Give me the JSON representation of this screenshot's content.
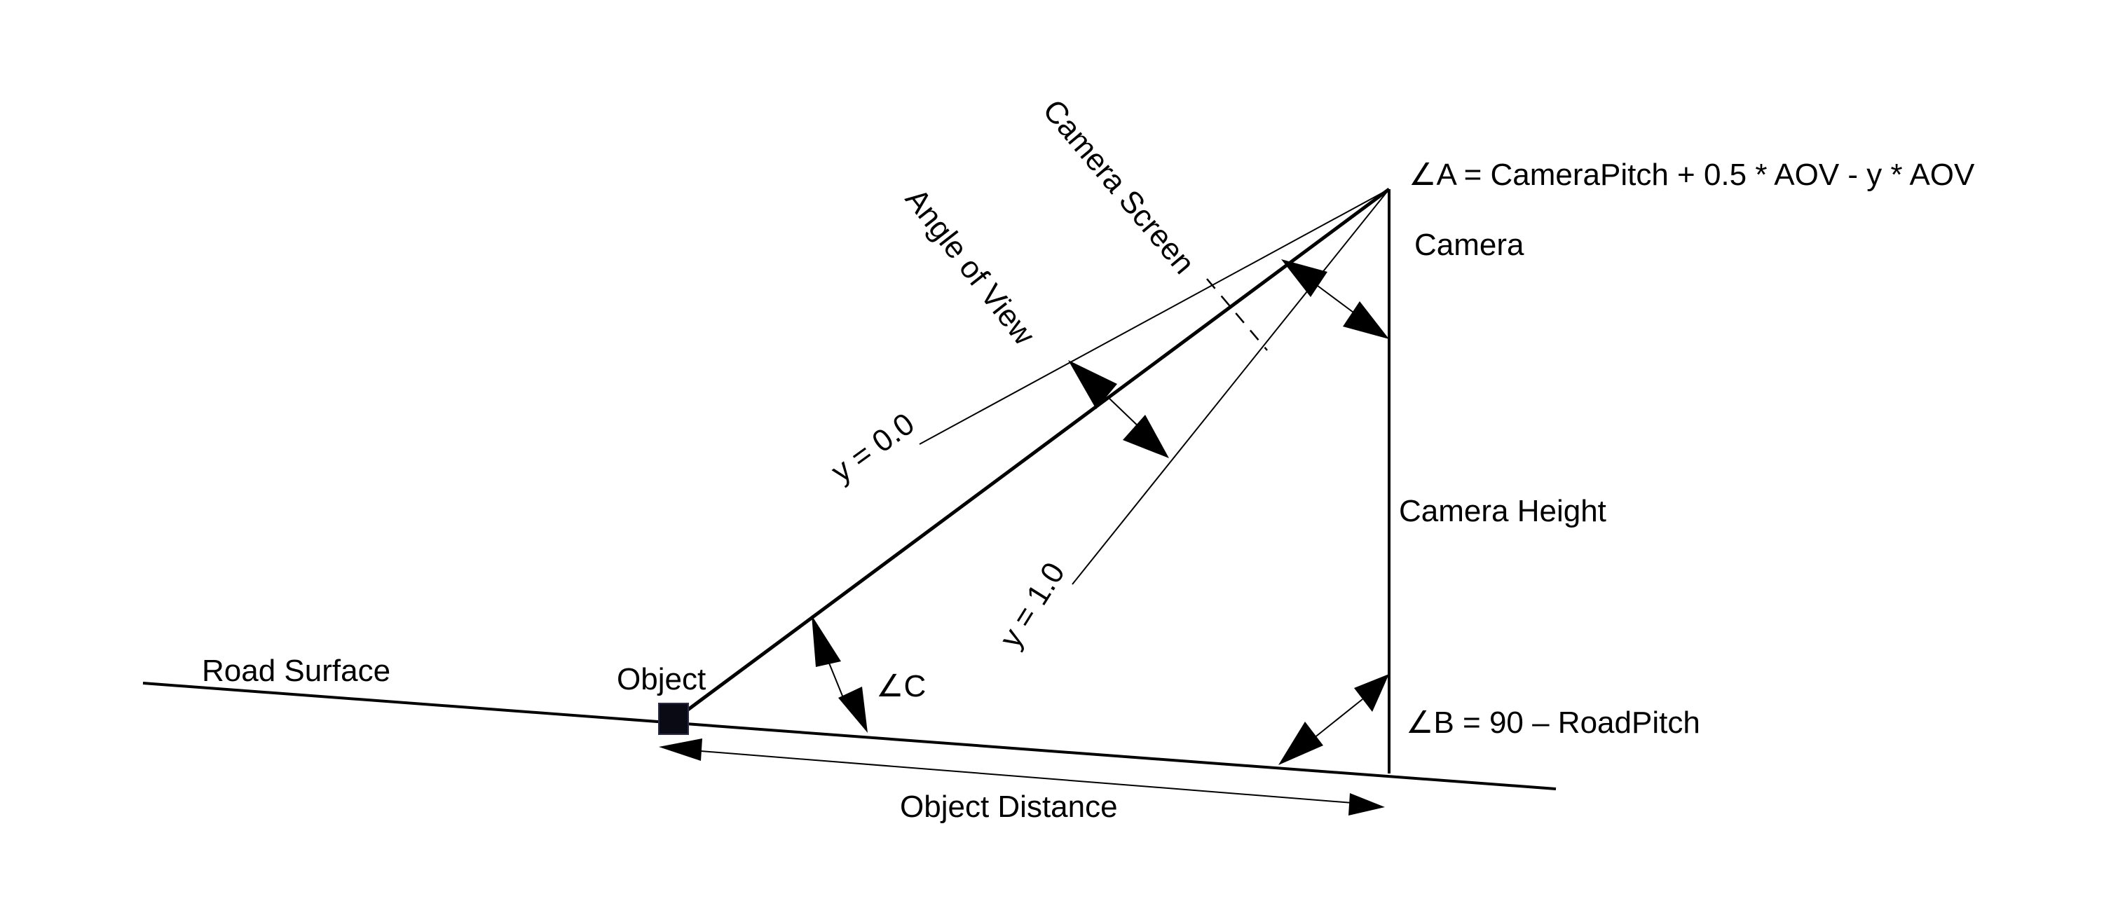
{
  "labels": {
    "road_surface": "Road Surface",
    "object": "Object",
    "camera": "Camera",
    "camera_height": "Camera Height",
    "camera_screen": "Camera Screen",
    "angle_of_view": "Angle of View",
    "y_top": "y = 0.0",
    "y_bottom": "y = 1.0",
    "angle_a": "∠A = CameraPitch + 0.5 * AOV - y * AOV",
    "angle_b": "∠B = 90 – RoadPitch",
    "angle_c": "∠C",
    "object_distance": "Object Distance"
  },
  "colors": {
    "line": "#000000",
    "background": "#ffffff",
    "object_fill": "#0a0a14"
  }
}
